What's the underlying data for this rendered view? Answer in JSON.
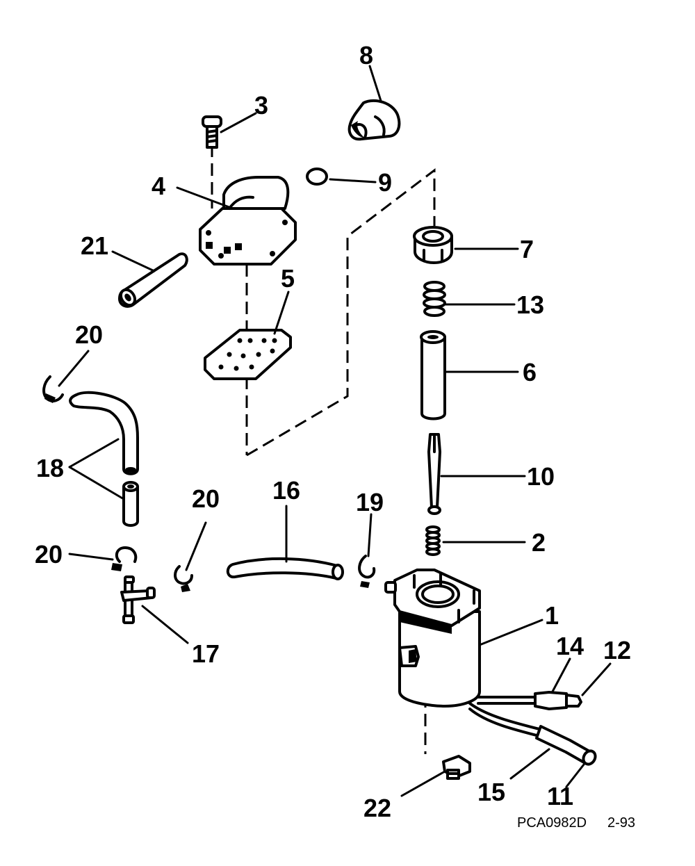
{
  "callouts": {
    "c1": "1",
    "c2": "2",
    "c3": "3",
    "c4": "4",
    "c5": "5",
    "c6": "6",
    "c7": "7",
    "c8": "8",
    "c9": "9",
    "c10": "10",
    "c11": "11",
    "c12": "12",
    "c13": "13",
    "c14": "14",
    "c15": "15",
    "c16": "16",
    "c17": "17",
    "c18": "18",
    "c19": "19",
    "c20a": "20",
    "c20b": "20",
    "c20c": "20",
    "c21": "21",
    "c22": "22"
  },
  "footer": {
    "part_code": "PCA0982D",
    "date": "2-93"
  }
}
